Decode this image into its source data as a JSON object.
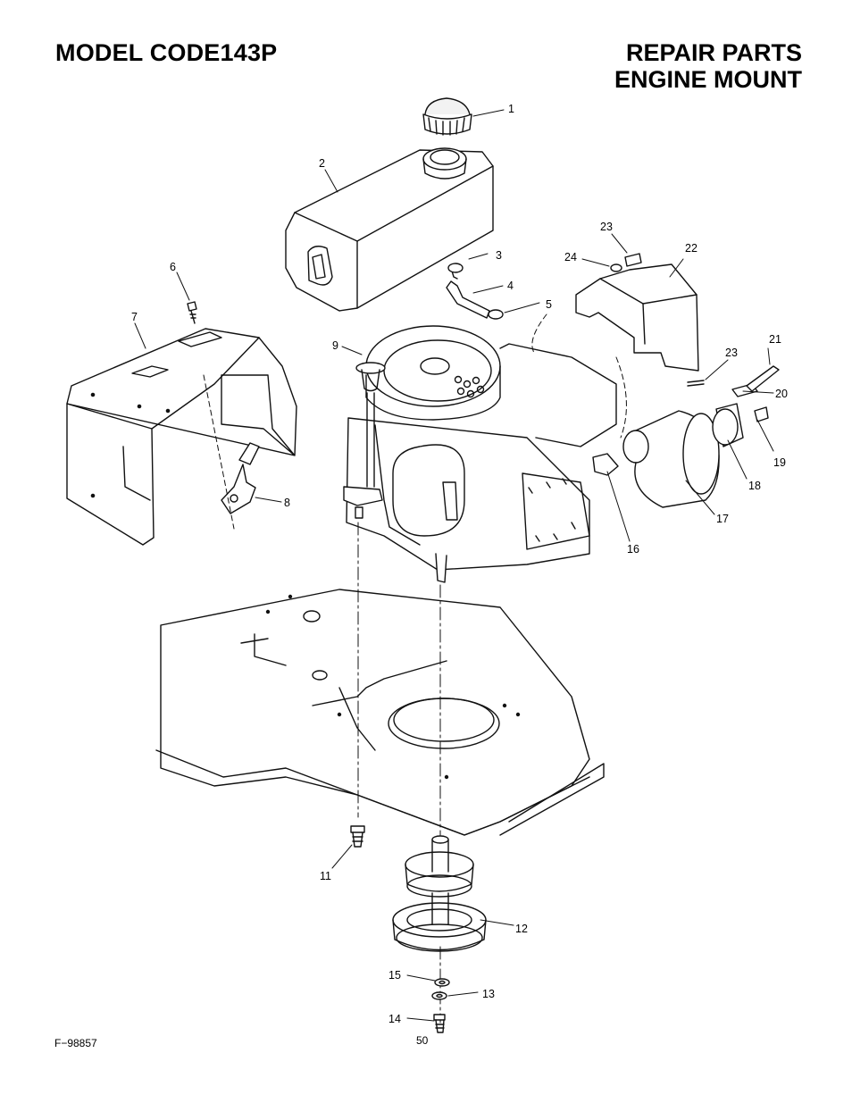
{
  "header": {
    "model": "MODEL CODE143P",
    "title_line1": "REPAIR PARTS",
    "title_line2": "ENGINE MOUNT"
  },
  "callouts": [
    "1",
    "2",
    "3",
    "4",
    "5",
    "6",
    "7",
    "8",
    "9",
    "11",
    "12",
    "13",
    "14",
    "15",
    "16",
    "17",
    "18",
    "19",
    "20",
    "21",
    "22",
    "23",
    "23",
    "24"
  ],
  "footer": {
    "figure_id": "F−98857",
    "page_number": "50"
  }
}
